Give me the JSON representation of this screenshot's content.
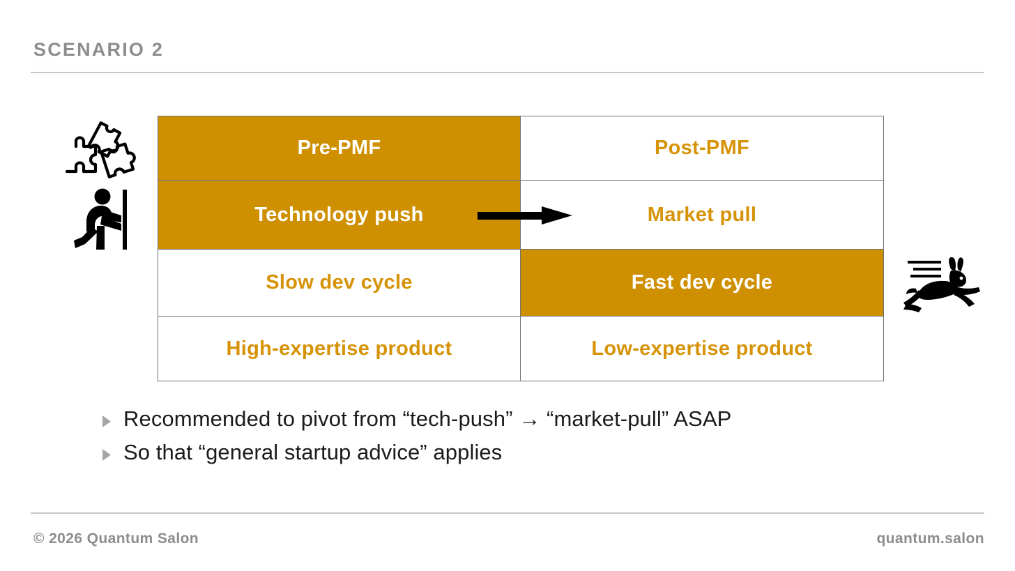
{
  "slide": {
    "title": "SCENARIO 2",
    "title_color": "#8d8d8d",
    "accent_gold": "#ce9000",
    "text_gold": "#d69308",
    "border_color": "#6b7276",
    "rule_color": "#c6c6c6"
  },
  "matrix": {
    "columns": [
      "Pre-PMF",
      "Post-PMF"
    ],
    "rows": [
      {
        "left": {
          "label": "Pre-PMF",
          "fill": "gold",
          "text": "#ffffff"
        },
        "right": {
          "label": "Post-PMF",
          "fill": "white",
          "text": "#d69308"
        }
      },
      {
        "left": {
          "label": "Technology push",
          "fill": "gold",
          "text": "#ffffff"
        },
        "right": {
          "label": "Market pull",
          "fill": "white",
          "text": "#d69308"
        }
      },
      {
        "left": {
          "label": "Slow dev cycle",
          "fill": "white",
          "text": "#d69308"
        },
        "right": {
          "label": "Fast dev cycle",
          "fill": "gold",
          "text": "#ffffff"
        }
      },
      {
        "left": {
          "label": "High-expertise product",
          "fill": "white",
          "text": "#d69308"
        },
        "right": {
          "label": "Low-expertise product",
          "fill": "white",
          "text": "#d69308"
        }
      }
    ],
    "pivot_arrow": {
      "icon": "right-arrow-icon",
      "color": "#000000"
    }
  },
  "icons": {
    "puzzle": "puzzle-pieces-icon",
    "push": "person-pushing-wall-icon",
    "rabbit": "running-rabbit-icon"
  },
  "bullets": {
    "marker": "triangle-bullet-icon",
    "marker_color": "#a6a6a6",
    "items": [
      "Recommended to pivot from “tech-push” → “market-pull” ASAP",
      "So that “general startup advice” applies"
    ]
  },
  "footer": {
    "copyright": "© 2026 Quantum Salon",
    "site": "quantum.salon"
  }
}
